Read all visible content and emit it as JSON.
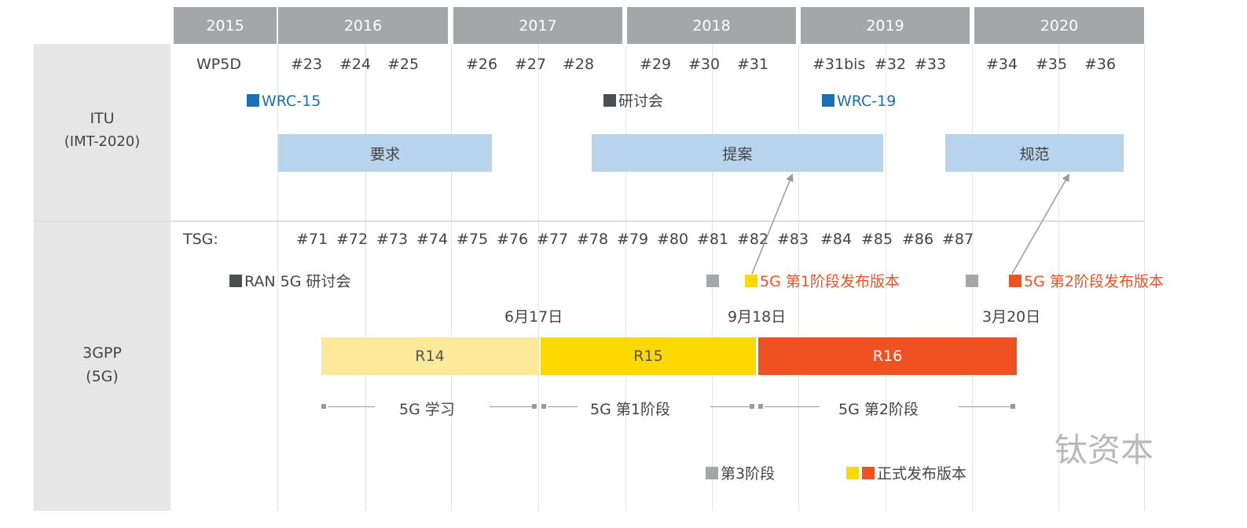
{
  "years": [
    "2015",
    "2016",
    "2017",
    "2018",
    "2019",
    "2020"
  ],
  "itu": {
    "title": "ITU",
    "subtitle": "(IMT-2020)",
    "wp5d_label": "WP5D",
    "meetings": [
      "#23",
      "#24",
      "#25",
      "#26",
      "#27",
      "#28",
      "#29",
      "#30",
      "#31",
      "#31bis",
      "#32",
      "#33",
      "#34",
      "#35",
      "#36"
    ],
    "events": {
      "wrc15": "WRC-15",
      "workshop": "研讨会",
      "wrc19": "WRC-19"
    },
    "phases": {
      "requirements": "要求",
      "proposals": "提案",
      "specification": "规范"
    }
  },
  "gpp": {
    "title": "3GPP",
    "subtitle": "(5G)",
    "tsg_label": "TSG:",
    "meetings": [
      "#71",
      "#72",
      "#73",
      "#74",
      "#75",
      "#76",
      "#77",
      "#78",
      "#79",
      "#80",
      "#81",
      "#82",
      "#83",
      "#84",
      "#85",
      "#86",
      "#87"
    ],
    "ran_workshop": "RAN 5G 研讨会",
    "phase1_release": "5G 第1阶段发布版本",
    "phase2_release": "5G 第2阶段发布版本",
    "dates": {
      "d1": "6月17日",
      "d2": "9月18日",
      "d3": "3月20日"
    },
    "releases": {
      "r14": "R14",
      "r15": "R15",
      "r16": "R16"
    },
    "study_phases": {
      "study": "5G 学习",
      "phase1": "5G 第1阶段",
      "phase2": "5G 第2阶段"
    }
  },
  "legend": {
    "phase3": "第3阶段",
    "official_release": "正式发布版本"
  },
  "watermark": "钛资本",
  "colors": {
    "year_header": "#a5a6a8",
    "itu_blue_box": "#b7d4ec",
    "wrc_blue": "#1a6fb5",
    "dark_square": "#4d4e50",
    "gray_square": "#a5a6a8",
    "r14": "#fde99a",
    "r15": "#fdd900",
    "r16": "#ef5123",
    "release_text_orange": "#ef5123"
  }
}
